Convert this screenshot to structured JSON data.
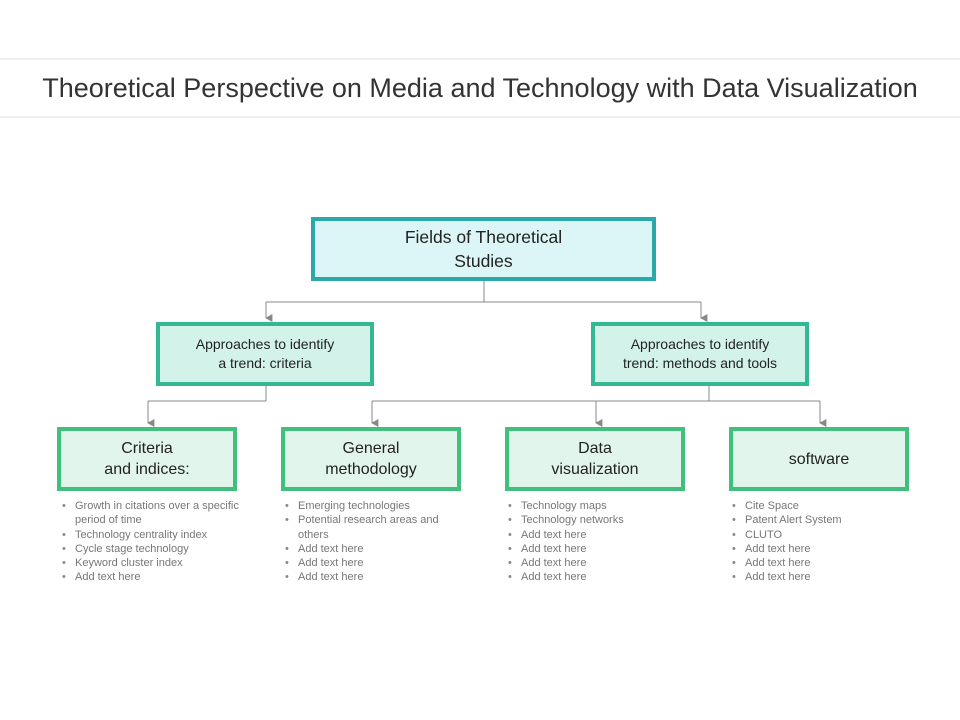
{
  "title": "Theoretical Perspective on Media and Technology with Data Visualization",
  "root": {
    "label": "Fields of Theoretical\nStudies"
  },
  "approaches": [
    {
      "label": "Approaches to identify\na trend: criteria"
    },
    {
      "label": "Approaches to identify\ntrend: methods and tools"
    }
  ],
  "categories": [
    {
      "label": "Criteria\nand indices:",
      "items": [
        "Growth in citations over a specific period of time",
        "Technology centrality index",
        "Cycle stage technology",
        "Keyword cluster index",
        "Add text here"
      ]
    },
    {
      "label": "General\nmethodology",
      "items": [
        "Emerging technologies",
        "Potential research areas and others",
        "Add text here",
        "Add text here",
        "Add text here"
      ]
    },
    {
      "label": "Data\nvisualization",
      "items": [
        "Technology maps",
        "Technology networks",
        "Add text here",
        "Add text here",
        "Add text here",
        "Add text here"
      ]
    },
    {
      "label": "software",
      "items": [
        "Cite Space",
        "Patent Alert System",
        "CLUTO",
        "Add text here",
        "Add text here",
        "Add text here"
      ]
    }
  ],
  "colors": {
    "root_border": "#2aa9a8",
    "root_fill": "#dcf5f7",
    "approach_border": "#34b894",
    "approach_fill": "#d3f2ea",
    "category_border": "#41c07d",
    "category_fill": "#e2f5ec",
    "connector": "#888888"
  }
}
